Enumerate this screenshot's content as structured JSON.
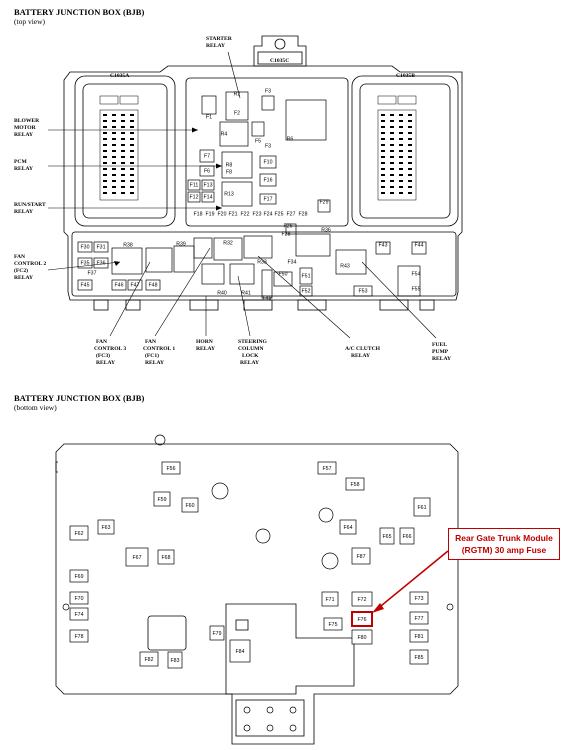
{
  "top_view": {
    "title": "BATTERY JUNCTION BOX (BJB)",
    "subtitle": "(top view)",
    "connectors": {
      "left": "C1035A",
      "right": "C1035B",
      "top": "C1035C"
    },
    "relays_left": {
      "blower": [
        "BLOWER",
        "MOTOR",
        "RELAY"
      ],
      "pcm": [
        "PCM",
        "RELAY"
      ],
      "runstart": [
        "RUN/START",
        "RELAY"
      ],
      "fan2": [
        "FAN",
        "CONTROL 2",
        "(FC2)",
        "RELAY"
      ]
    },
    "starter": [
      "STARTER",
      "RELAY"
    ],
    "bottom_labels": {
      "fc3": [
        "FAN",
        "CONTROL 3",
        "(FC3)",
        "RELAY"
      ],
      "fc1": [
        "FAN",
        "CONTROL 1",
        "(FC1)",
        "RELAY"
      ],
      "horn": [
        "HORN",
        "RELAY"
      ],
      "steer": [
        "STEERING",
        "COLUMN",
        "LOCK",
        "RELAY"
      ],
      "ac": [
        "A/C CLUTCH",
        "RELAY"
      ],
      "fuel": [
        "FUEL",
        "PUMP",
        "RELAY"
      ]
    },
    "fuses": {
      "F1": "F1",
      "F2": "F2",
      "F3": "F3",
      "F5": "F5",
      "F6": "F6",
      "F7": "F7",
      "F8": "F8",
      "F10": "F10",
      "F11": "F11",
      "F12": "F12",
      "F13": "F13",
      "F14": "F14",
      "F16": "F16",
      "F17": "F17",
      "F18": "F18",
      "F19": "F19",
      "F20": "F20",
      "F21": "F21",
      "F22": "F22",
      "F23": "F23",
      "F24": "F24",
      "F25": "F25",
      "F27": "F27",
      "F28": "F28",
      "F29": "F29",
      "F30": "F30",
      "F31": "F31",
      "F33": "F33",
      "F34": "F34",
      "F35": "F35",
      "F36": "F36",
      "F37": "F37",
      "F43": "F43",
      "F44": "F44",
      "F45": "F45",
      "F46": "F46",
      "F47": "F47",
      "F48": "F48",
      "F49": "F49",
      "F50": "F50",
      "F51": "F51",
      "F52": "F52",
      "F53": "F53",
      "F54": "F54",
      "F55": "F55",
      "F26": "F26"
    },
    "relays": {
      "R2": "R2",
      "R4": "R4",
      "R6": "R6",
      "R8": "R8",
      "R13": "R13",
      "R32": "R32",
      "R33": "R33",
      "R36": "R36",
      "R38": "R38",
      "R39": "R39",
      "R40": "R40",
      "R41": "R41",
      "R43": "R43"
    }
  },
  "bottom_view": {
    "title": "BATTERY JUNCTION BOX (BJB)",
    "subtitle": "(bottom view)",
    "fuses": {
      "F56": "F56",
      "F57": "F57",
      "F58": "F58",
      "F59": "F59",
      "F60": "F60",
      "F61": "F61",
      "F62": "F62",
      "F63": "F63",
      "F64": "F64",
      "F65": "F65",
      "F66": "F66",
      "F67": "F67",
      "F68": "F68",
      "F69": "F69",
      "F70": "F70",
      "F71": "F71",
      "F72": "F72",
      "F73": "F73",
      "F74": "F74",
      "F75": "F75",
      "F76": "F76",
      "F77": "F77",
      "F78": "F78",
      "F79": "F79",
      "F80": "F80",
      "F81": "F81",
      "F82": "F82",
      "F83": "F83",
      "F84": "F84",
      "F85": "F85",
      "F87": "F87"
    }
  },
  "callout": {
    "line1": "Rear Gate Trunk Module",
    "line2": "(RGTM) 30 amp Fuse",
    "color": "#c00000"
  }
}
